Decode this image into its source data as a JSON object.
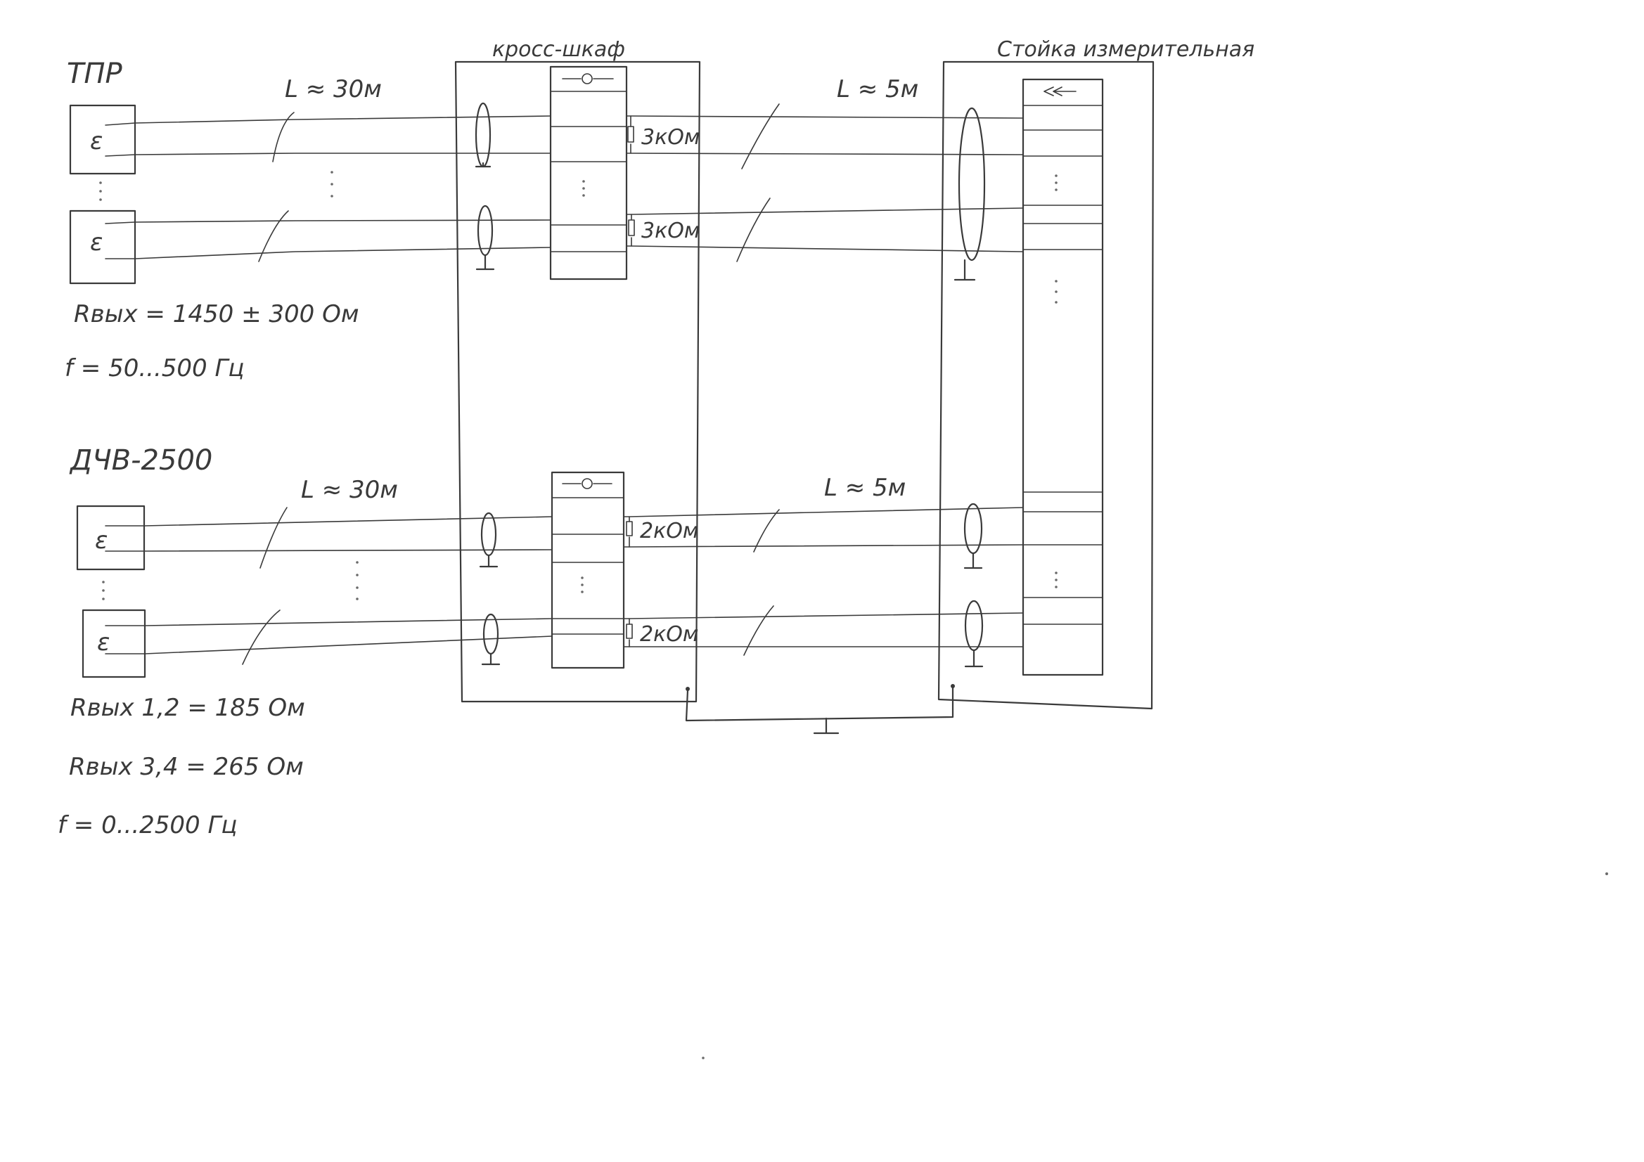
{
  "blocks": {
    "cross_cabinet": "кросс-шкаф",
    "measuring_rack": "Стойка измерительная"
  },
  "sources": {
    "tpr": {
      "name": "ТПР",
      "r_out": "Rвых = 1450 ± 300 Ом",
      "freq": "f = 50...500 Гц",
      "coil_symbol": "ε"
    },
    "dchv": {
      "name": "ДЧВ-2500",
      "r_out_12": "Rвых 1,2 = 185 Ом",
      "r_out_34": "Rвых 3,4 = 265 Ом",
      "freq": "f = 0...2500 Гц",
      "coil_symbol": "ε"
    }
  },
  "cables": {
    "tpr_to_cross": "L ≈ 30м",
    "cross_to_rack_top": "L ≈ 5м",
    "dchv_to_cross": "L ≈ 30м",
    "cross_to_rack_bottom": "L ≈ 5м"
  },
  "resistors": {
    "top_1": "3кОм",
    "top_2": "3кОм",
    "bottom_1": "2кОм",
    "bottom_2": "2кОм"
  }
}
